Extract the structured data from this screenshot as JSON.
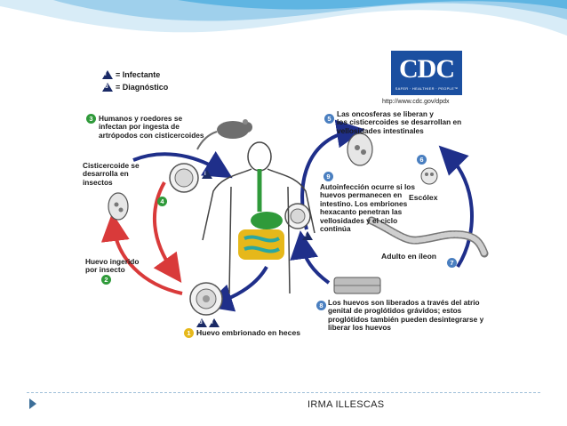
{
  "legend": {
    "infectante": "= Infectante",
    "diagnostico": "= Diagnóstico",
    "tri_i": "i",
    "tri_d": "d"
  },
  "logo": {
    "name": "CDC",
    "tagline": "SAFER · HEALTHIER · PEOPLE™",
    "url": "http://www.cdc.gov/dpdx"
  },
  "steps": {
    "s1": {
      "number": "1",
      "text": "Huevo embrionado en heces",
      "color": "#e6b81a"
    },
    "s2": {
      "number": "2",
      "lines": [
        "Huevo ingerido",
        "por insecto"
      ],
      "color": "#2f9a3a"
    },
    "s3": {
      "number": "3",
      "lines": [
        "Humanos y roedores se",
        "infectan por ingesta de",
        "artrópodos con cisticercoides"
      ],
      "color": "#2f9a3a"
    },
    "s4": {
      "number": "4",
      "lines": [
        "Cisticercoide se",
        "desarrolla en",
        "insectos"
      ],
      "color": "#2f9a3a"
    },
    "s5": {
      "number": "5",
      "lines": [
        "Las oncosferas se liberan y",
        "los cisticercoides se desarrollan en",
        "vellosidades intestinales"
      ],
      "color": "#4a7fc0"
    },
    "s6": {
      "number": "6",
      "label": "Escólex",
      "color": "#4a7fc0"
    },
    "s7": {
      "number": "7",
      "label": "Adulto en íleon",
      "color": "#4a7fc0"
    },
    "s8": {
      "number": "8",
      "lines": [
        "Los huevos son liberados a través del atrio",
        "genital de proglótidos grávidos; estos",
        "proglótidos también pueden desintegrarse y",
        "liberar los huevos"
      ],
      "color": "#4a7fc0"
    },
    "s9": {
      "number": "9",
      "lines": [
        "Autoinfección ocurre si los",
        "huevos permanecen en",
        "intestino.  Los embriones",
        "hexacanto penetran las",
        "vellosidades y el ciclo",
        "continúa"
      ],
      "color": "#4a7fc0"
    }
  },
  "footer": {
    "author": "IRMA ILLESCAS"
  },
  "colors": {
    "red_arrow": "#d93a3a",
    "blue_arrow": "#1f2f8a",
    "cdc_blue": "#1b4fa0"
  }
}
